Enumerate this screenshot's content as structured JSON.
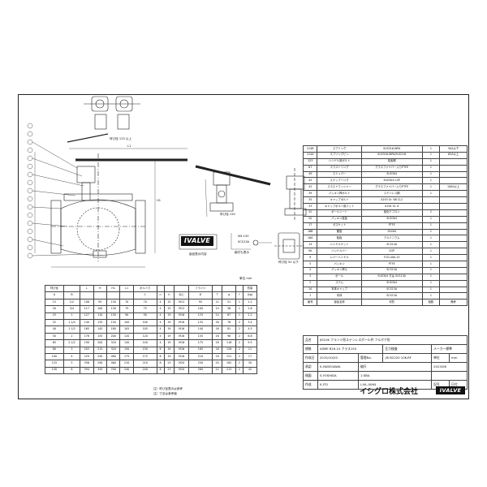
{
  "logo_text": "IVALVE",
  "small_logo_text": "IVALVE",
  "labels": {
    "top_view_dim": "呼び径 125 以上",
    "stem_view": "呼び径 150",
    "stem_view2": "呼び径 50 以下",
    "appearance": "製品表示内容",
    "sealing_label": "締付も表示",
    "bolt_note1": "SM-150",
    "bolt_note2": "SCS13A",
    "unit": "単位 mm",
    "dim_L1": "L1",
    "dim_H1": "H1"
  },
  "parts": {
    "rows": [
      [
        "124B",
        "スプリング",
        "SUS316-WPA",
        "1",
        "50A以下"
      ],
      [
        "124A",
        "スプリングピン",
        "SUS316-WPA/SUS316",
        "1",
        "65A以上"
      ],
      [
        "123",
        "ハンドル用ボルト",
        "炭素鋼",
        "1",
        ""
      ],
      [
        "67",
        "スラストリング",
        "グラスファイバー入りPTFE",
        "1",
        ""
      ],
      [
        "49",
        "ストッパー",
        "SUS304",
        "1",
        ""
      ],
      [
        "45",
        "スナップリング",
        "SUS304-CSP",
        "1",
        ""
      ],
      [
        "42",
        "スラストワッシャー",
        "グラスファイバー入りPTFE",
        "1",
        "100A以上"
      ],
      [
        "39",
        "パッキン押ボルト",
        "ステンレス鋼",
        "1",
        ""
      ],
      [
        "35",
        "キャップボルト",
        "A193 Gr. B8 CL2",
        "",
        ""
      ],
      [
        "33",
        "キャップボルト用ナット",
        "A194 Gr. 8",
        "",
        ""
      ],
      [
        "32",
        "ボールシート",
        "強化テフロン",
        "2",
        ""
      ],
      [
        "20",
        "パッキン座金",
        "SUS304",
        "1",
        ""
      ],
      [
        "17",
        "ガスケット",
        "PTFE",
        "1",
        ""
      ],
      [
        "16B",
        "蝶座",
        "SS400",
        "1",
        ""
      ],
      [
        "16A",
        "銘板",
        "アルミニウム",
        "1",
        ""
      ],
      [
        "14",
        "ハンドルナット",
        "SCS14A",
        "1",
        ""
      ],
      [
        "9A",
        "ハンドルバー",
        "SGP",
        "1",
        ""
      ],
      [
        "9",
        "レバーハンドル",
        "FCD-400-15",
        "1",
        ""
      ],
      [
        "5",
        "パッキン",
        "PTFE",
        "1",
        ""
      ],
      [
        "4",
        "パッキン押え",
        "SCS13A",
        "1",
        ""
      ],
      [
        "3",
        "ボール",
        "SUS304 又は SCS13A",
        "1",
        ""
      ],
      [
        "2",
        "ステム",
        "SUS304",
        "1",
        ""
      ],
      [
        "1A",
        "本体キャップ",
        "SCS13A",
        "1",
        ""
      ],
      [
        "1",
        "本体",
        "SCS13A",
        "1",
        ""
      ]
    ],
    "header": [
      "番号",
      "部品名称",
      "材質",
      "個数",
      "備考"
    ]
  },
  "title_block": {
    "product_label": "品名",
    "product": "JIS10K フランジ形ステンレスボール弁 フルボア形",
    "standard_label": "規格",
    "standard": "ASME B16.10 クラス150",
    "pressure_label": "圧力検査",
    "pressure": "メーカー標準",
    "date_label": "作成日",
    "date": "2015/10/20",
    "mgmt_label": "管理No.",
    "mgmt": "JIS B2220 10K-RF",
    "unit_label": "単位",
    "unit": "mm",
    "approve_label": "承認",
    "approve": "K.HASEGAWA",
    "check_label": "検図",
    "check": "S.YOSHIDA",
    "make_label": "作成",
    "make": "K.ITO",
    "scale_label": "縮尺",
    "scale": "1:SBA",
    "drawing_no": "I-IVL-0064",
    "rev_label": "記号",
    "date2_label": "日付",
    "sign_label": "承認",
    "rev_date": "2023/06",
    "company": "イシグロ株式会社"
  },
  "dims": {
    "header1": [
      "呼び径",
      "",
      "L",
      "H",
      "H1",
      "L1",
      "ボルト穴",
      "",
      "",
      "",
      "フランジ",
      "",
      "",
      "",
      "質量"
    ],
    "header_sub": [
      "A",
      "B",
      "",
      "",
      "",
      "",
      "C",
      "n",
      "h",
      "ねじ",
      "D",
      "T",
      "g",
      "f",
      "(kg)"
    ],
    "rows": [
      [
        "15",
        "1/2",
        "108",
        "95",
        "130",
        "70",
        "70",
        "4",
        "15",
        "M12",
        "95",
        "12",
        "51",
        "1",
        "1.2"
      ],
      [
        "20",
        "3/4",
        "117",
        "100",
        "130",
        "75",
        "75",
        "4",
        "15",
        "M12",
        "100",
        "14",
        "56",
        "1",
        "1.6"
      ],
      [
        "25",
        "1",
        "127",
        "110",
        "150",
        "90",
        "90",
        "4",
        "19",
        "M16",
        "125",
        "14",
        "67",
        "1",
        "2.2"
      ],
      [
        "32",
        "1 1/4",
        "140",
        "135",
        "150",
        "100",
        "100",
        "4",
        "19",
        "M16",
        "135",
        "16",
        "76",
        "2",
        "3.4"
      ],
      [
        "40",
        "1 1/2",
        "165",
        "145",
        "180",
        "105",
        "105",
        "4",
        "19",
        "M16",
        "140",
        "16",
        "81",
        "2",
        "4.5"
      ],
      [
        "50",
        "2",
        "178",
        "155",
        "200",
        "120",
        "120",
        "4",
        "19",
        "M16",
        "155",
        "16",
        "96",
        "2",
        "6.8"
      ],
      [
        "65",
        "2 1/2",
        "190",
        "200",
        "320",
        "140",
        "140",
        "4",
        "19",
        "M16",
        "175",
        "18",
        "116",
        "2",
        "9.5"
      ],
      [
        "80",
        "3",
        "203",
        "215",
        "320",
        "150",
        "150",
        "8",
        "19",
        "M16",
        "185",
        "18",
        "126",
        "2",
        "11"
      ],
      [
        "100",
        "4",
        "229",
        "250",
        "460",
        "175",
        "175",
        "8",
        "19",
        "M16",
        "210",
        "18",
        "151",
        "2",
        "17"
      ],
      [
        "125",
        "5",
        "356",
        "290",
        "460",
        "210",
        "210",
        "8",
        "23",
        "M20",
        "250",
        "20",
        "182",
        "2",
        "30"
      ],
      [
        "150",
        "6",
        "394",
        "345",
        "700",
        "240",
        "240",
        "8",
        "23",
        "M20",
        "280",
        "22",
        "212",
        "2",
        "42"
      ]
    ],
    "note1": "注）呼び径表示は参考",
    "note2": "注）寸法は参考値"
  }
}
